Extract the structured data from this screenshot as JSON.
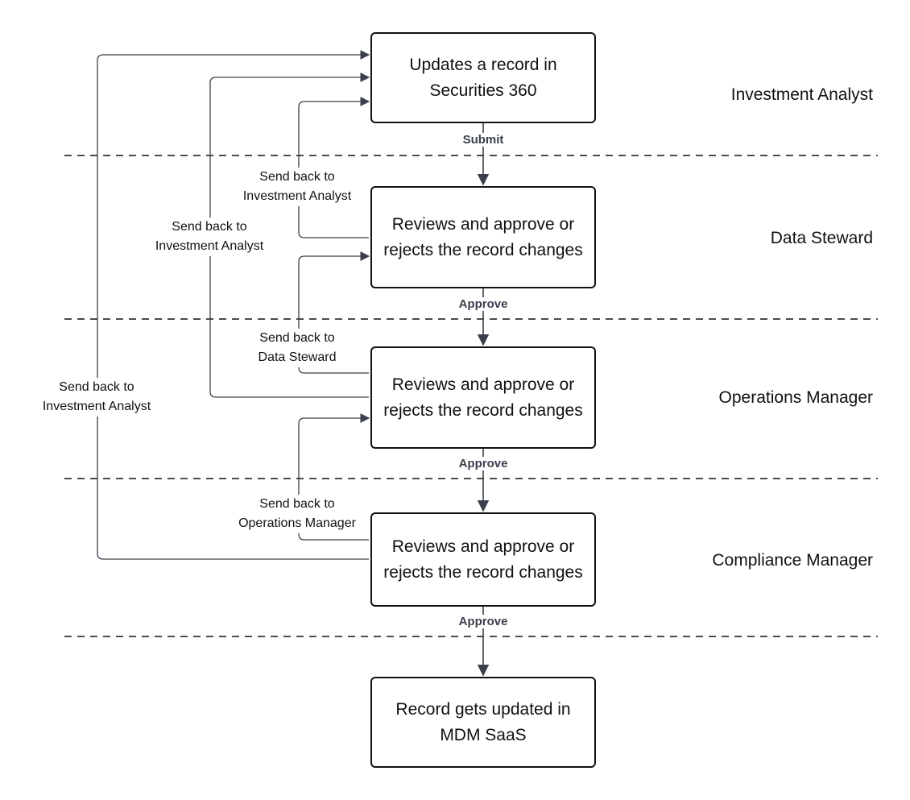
{
  "lanes": {
    "investment_analyst": "Investment Analyst",
    "data_steward": "Data Steward",
    "operations_manager": "Operations Manager",
    "compliance_manager": "Compliance Manager"
  },
  "nodes": {
    "update_record": "Updates a record in Securities 360",
    "steward_review": "Reviews and approve or rejects the record changes",
    "operations_review": "Reviews and approve or rejects the record changes",
    "compliance_review": "Reviews and approve or rejects the record changes",
    "record_updated": "Record gets updated in MDM SaaS"
  },
  "edges": {
    "submit": "Submit",
    "approve_1": "Approve",
    "approve_2": "Approve",
    "approve_3": "Approve"
  },
  "send_back": {
    "steward_to_analyst": "Send back to\nInvestment Analyst",
    "operations_to_analyst": "Send back to\nInvestment Analyst",
    "operations_to_steward": "Send back to\nData Steward",
    "compliance_to_analyst": "Send back to\nInvestment Analyst",
    "compliance_to_operations": "Send back to\nOperations Manager"
  },
  "colors": {
    "arrow": "#3a3f4b",
    "border": "#111111"
  }
}
